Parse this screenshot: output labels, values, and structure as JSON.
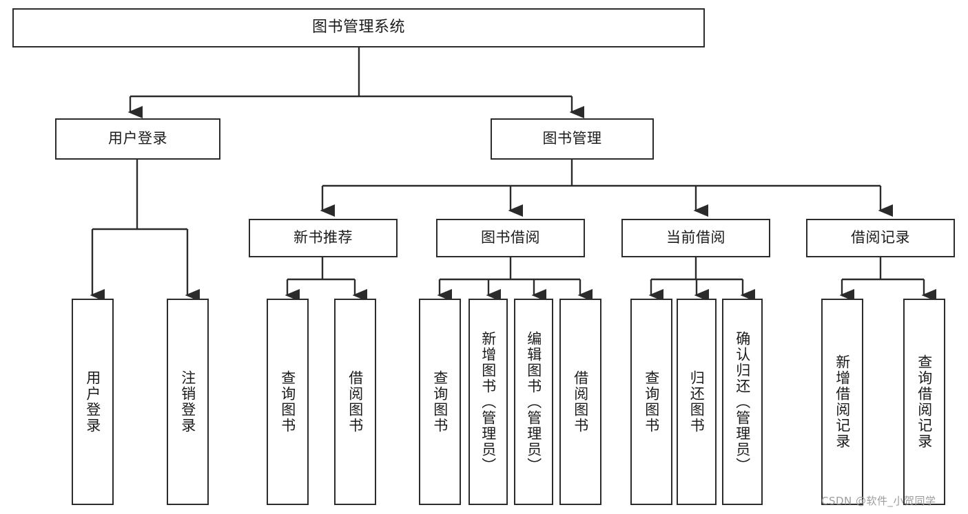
{
  "diagram": {
    "type": "tree-hierarchy-chart",
    "title_node": {
      "label": "图书管理系统"
    },
    "level2": [
      {
        "id": "user-login",
        "label": "用户登录"
      },
      {
        "id": "book-manage",
        "label": "图书管理"
      }
    ],
    "level3": [
      {
        "id": "new-book-recommend",
        "label": "新书推荐"
      },
      {
        "id": "book-borrow",
        "label": "图书借阅"
      },
      {
        "id": "current-borrow",
        "label": "当前借阅"
      },
      {
        "id": "borrow-record",
        "label": "借阅记录"
      }
    ],
    "leaves": {
      "user_login": [
        {
          "id": "leaf-user-login",
          "label": "用户登录"
        },
        {
          "id": "leaf-logout-login",
          "label": "注销登录"
        }
      ],
      "new_book_recommend": [
        {
          "id": "leaf-query-book-1",
          "label": "查询图书"
        },
        {
          "id": "leaf-borrow-book-1",
          "label": "借阅图书"
        }
      ],
      "book_borrow": [
        {
          "id": "leaf-query-book-2",
          "label": "查询图书"
        },
        {
          "id": "leaf-add-book",
          "label": "新增图书（管理员）"
        },
        {
          "id": "leaf-edit-book",
          "label": "编辑图书（管理员）"
        },
        {
          "id": "leaf-borrow-book-2",
          "label": "借阅图书"
        }
      ],
      "current_borrow": [
        {
          "id": "leaf-query-book-3",
          "label": "查询图书"
        },
        {
          "id": "leaf-return-book",
          "label": "归还图书"
        },
        {
          "id": "leaf-confirm-return",
          "label": "确认归还（管理员）"
        }
      ],
      "borrow_record": [
        {
          "id": "leaf-add-borrow-record",
          "label": "新增借阅记录"
        },
        {
          "id": "leaf-query-borrow-record",
          "label": "查询借阅记录"
        }
      ]
    },
    "watermark": "CSDN @软件_小贺同学",
    "colors": {
      "stroke": "#2b2b2b",
      "fill": "#ffffff",
      "text": "#1b1b1b",
      "watermark": "#9c9c9c"
    }
  }
}
